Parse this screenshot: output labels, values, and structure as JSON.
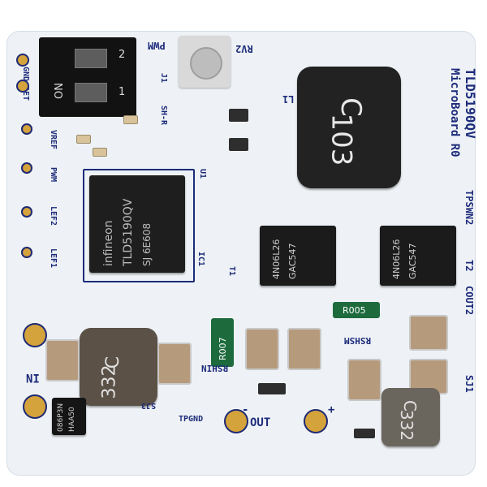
{
  "board": {
    "title": "TLD5190QV",
    "subtitle": "MicroBoard R0",
    "labels": {
      "pwm": "PWM",
      "gnd": "GND",
      "set": "SET",
      "j1": "J1",
      "sh_r": "SH-R",
      "vref": "VREF",
      "pwm_left": "PWM",
      "left2": "LEF2",
      "lef1": "LEF1",
      "u1": "U1",
      "ic1": "IC1",
      "t1": "T1",
      "t2": "T2",
      "rv2": "RV2",
      "l1": "L1",
      "tpswn2": "TPSWN2",
      "cout2": "COUT2",
      "sj1": "SJ1",
      "rshsm": "RSHSM",
      "rshin": "RSHIN",
      "in": "IN",
      "out": "OUT",
      "tpgnd": "TPGND",
      "sj3": "SJ3",
      "plus": "+",
      "minus": "-"
    },
    "parts": {
      "dip_on": "ON",
      "dip_1": "1",
      "dip_2": "2",
      "ic_brand": "infineon",
      "ic_part": "TLD5190QV",
      "ic_code": "SJ 6E608",
      "inductor_big_top": "C",
      "inductor_big_bottom": "103",
      "mosfet1_line1": "4N06L26",
      "mosfet1_line2": "GAC547",
      "mosfet2_line1": "4N06L26",
      "mosfet2_line2": "GAC547",
      "resistor_r007": "R007",
      "resistor_r005": "R005",
      "inductor_small_top": "C",
      "inductor_small_bottom": "332",
      "inductor_small2_top": "C",
      "inductor_small2_bottom": "332",
      "diode_text_1": "086P3N",
      "diode_text_2": "HAA50"
    },
    "colors": {
      "pcb": "#eef2f6",
      "silkscreen": "#1d2b7a",
      "pad_gold": "#d5a33b"
    }
  }
}
